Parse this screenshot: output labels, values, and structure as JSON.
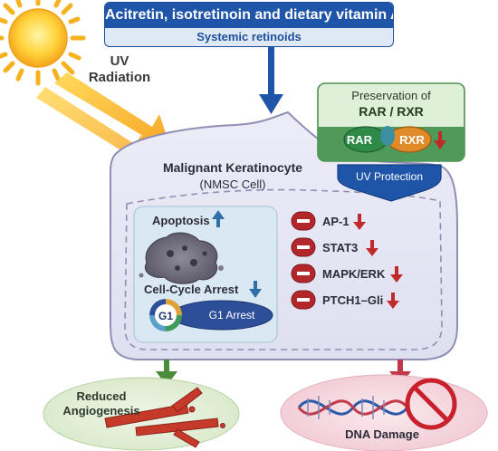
{
  "header": {
    "title": "Acitretin, isotretinoin and dietary vitamin A",
    "subtitle": "Systemic retinoids"
  },
  "uv": {
    "line1": "UV",
    "line2": "Radiation"
  },
  "receptor": {
    "title_line1": "Preservation of",
    "title_line2": "RAR / RXR",
    "rar": "RAR",
    "rxr": "RXR",
    "protection": "UV Protection"
  },
  "cell": {
    "title": "Malignant Keratinocyte",
    "subtitle": "(NMSC Cell)"
  },
  "effects": {
    "apoptosis": "Apoptosis",
    "cell_cycle": "Cell-Cycle Arrest",
    "g1": "G1",
    "g1_arrest": "G1 Arrest"
  },
  "pathways": [
    {
      "label": "AP-1"
    },
    {
      "label": "STAT3"
    },
    {
      "label": "MAPK/ERK"
    },
    {
      "label": "PTCH1–Gli"
    }
  ],
  "outcomes": {
    "angio_line1": "Reduced",
    "angio_line2": "Angiogenesis",
    "dna": "DNA Damage"
  },
  "colors": {
    "header_blue": "#1f55a8",
    "cell_fill": "#e6e6f4",
    "receptor_green": "#3f9a5a",
    "receptor_orange": "#e08a2a",
    "inhibit_red": "#b3262a",
    "up_arrow_blue": "#2f6ea8",
    "down_arrow_red": "#c02a2a",
    "outcome_green": "#4a8c3a"
  }
}
